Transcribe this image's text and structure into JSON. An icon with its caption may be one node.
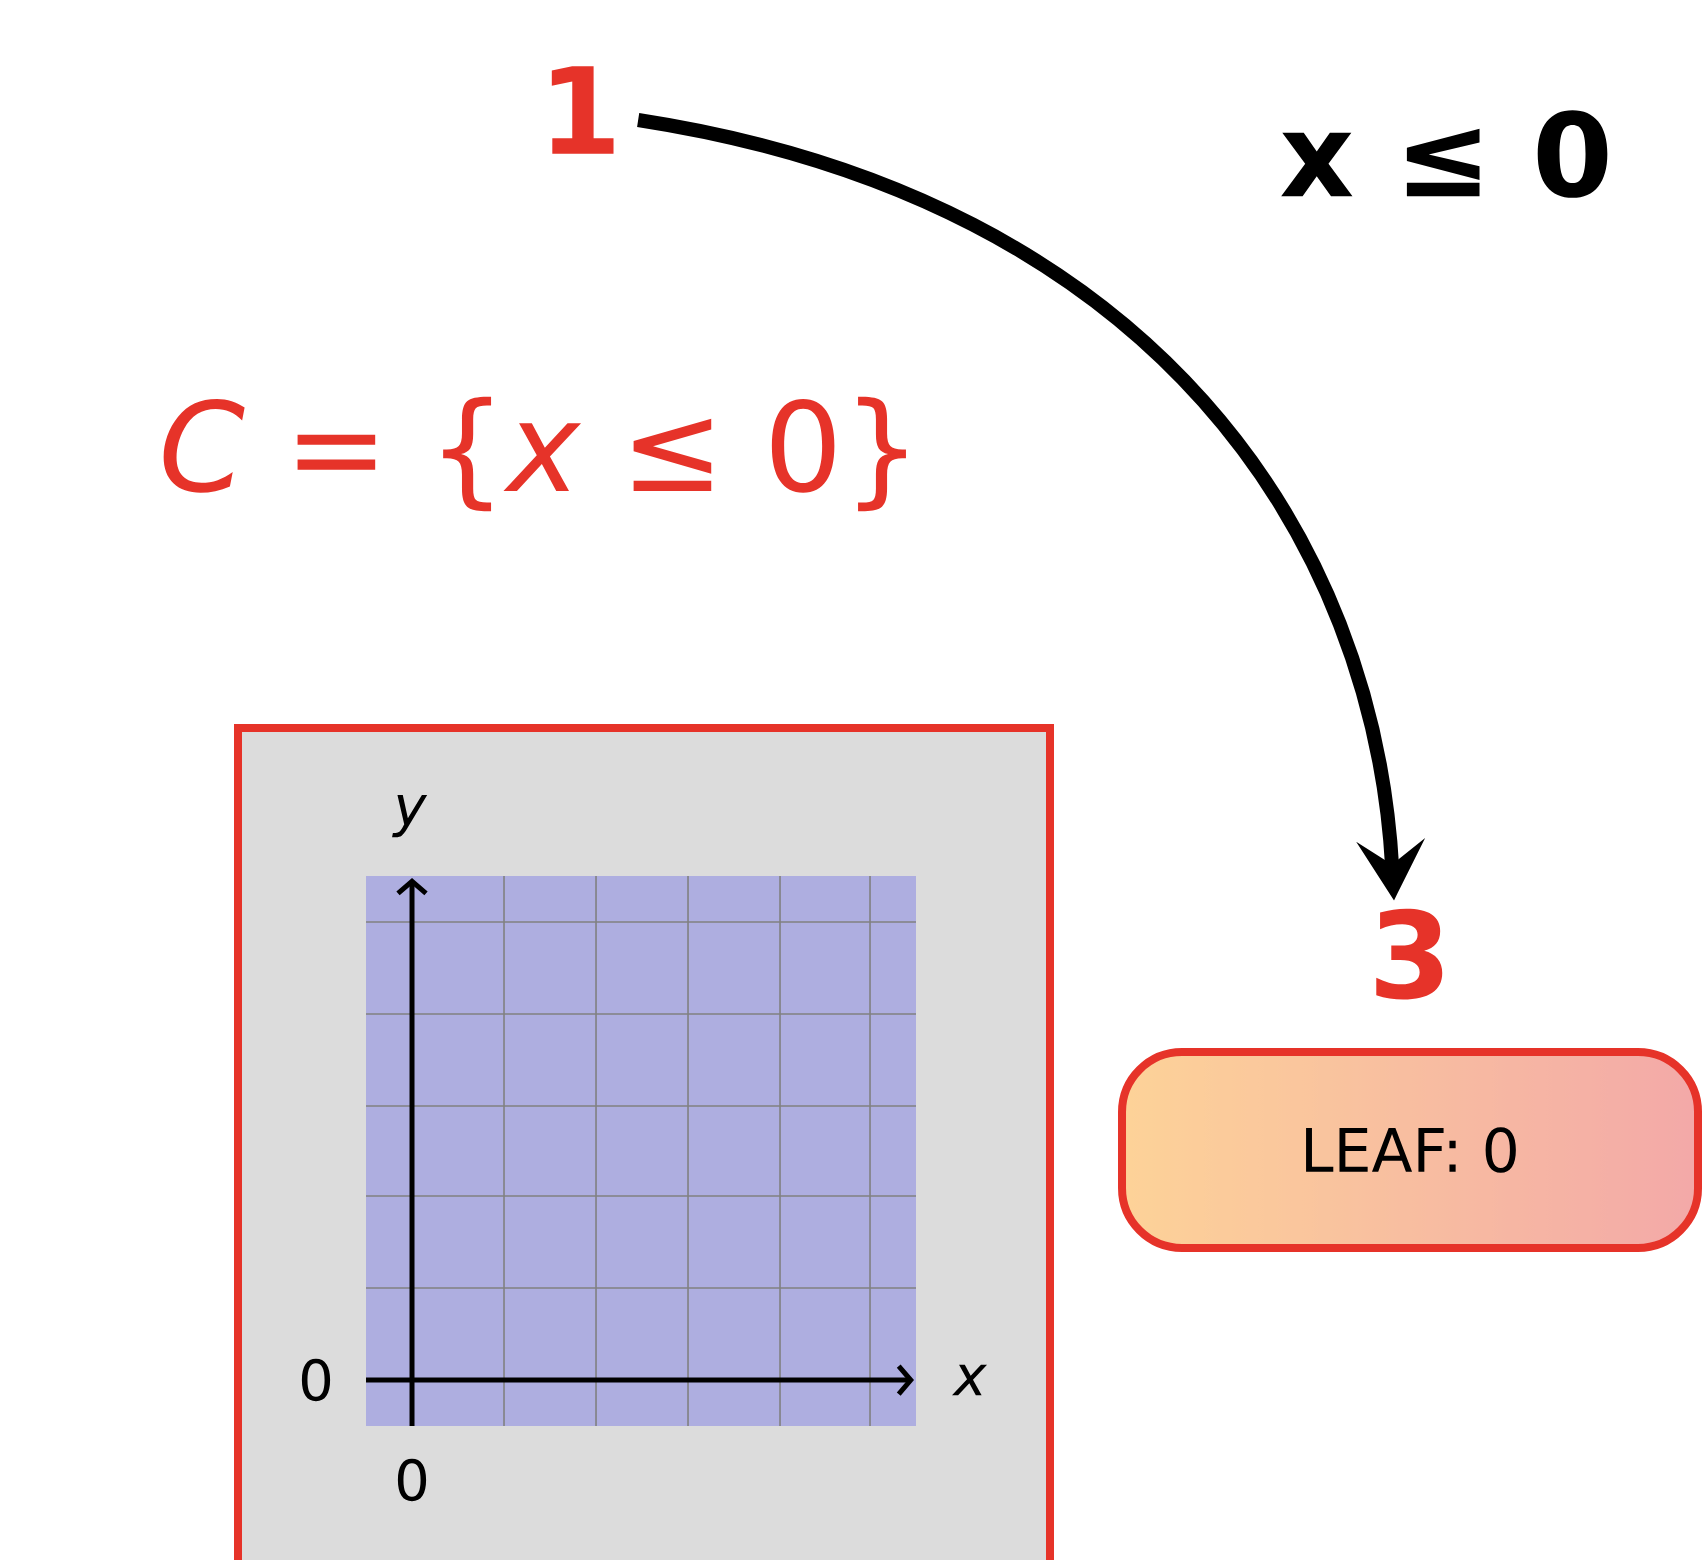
{
  "diagram": {
    "nodes": [
      {
        "text": [
          "1"
        ],
        "beside": [
          "*C* = {*x* ≤ 0}"
        ]
      },
      {
        "text": [],
        "shape": "box"
      },
      {
        "text": [
          "3",
          "LEAF:  0"
        ]
      }
    ],
    "edges": [
      {
        "from": 0,
        "to": 2,
        "arrow": "to",
        "label": "x ≤ 0"
      }
    ],
    "labels": [
      "y",
      "0",
      "x",
      "0"
    ]
  }
}
